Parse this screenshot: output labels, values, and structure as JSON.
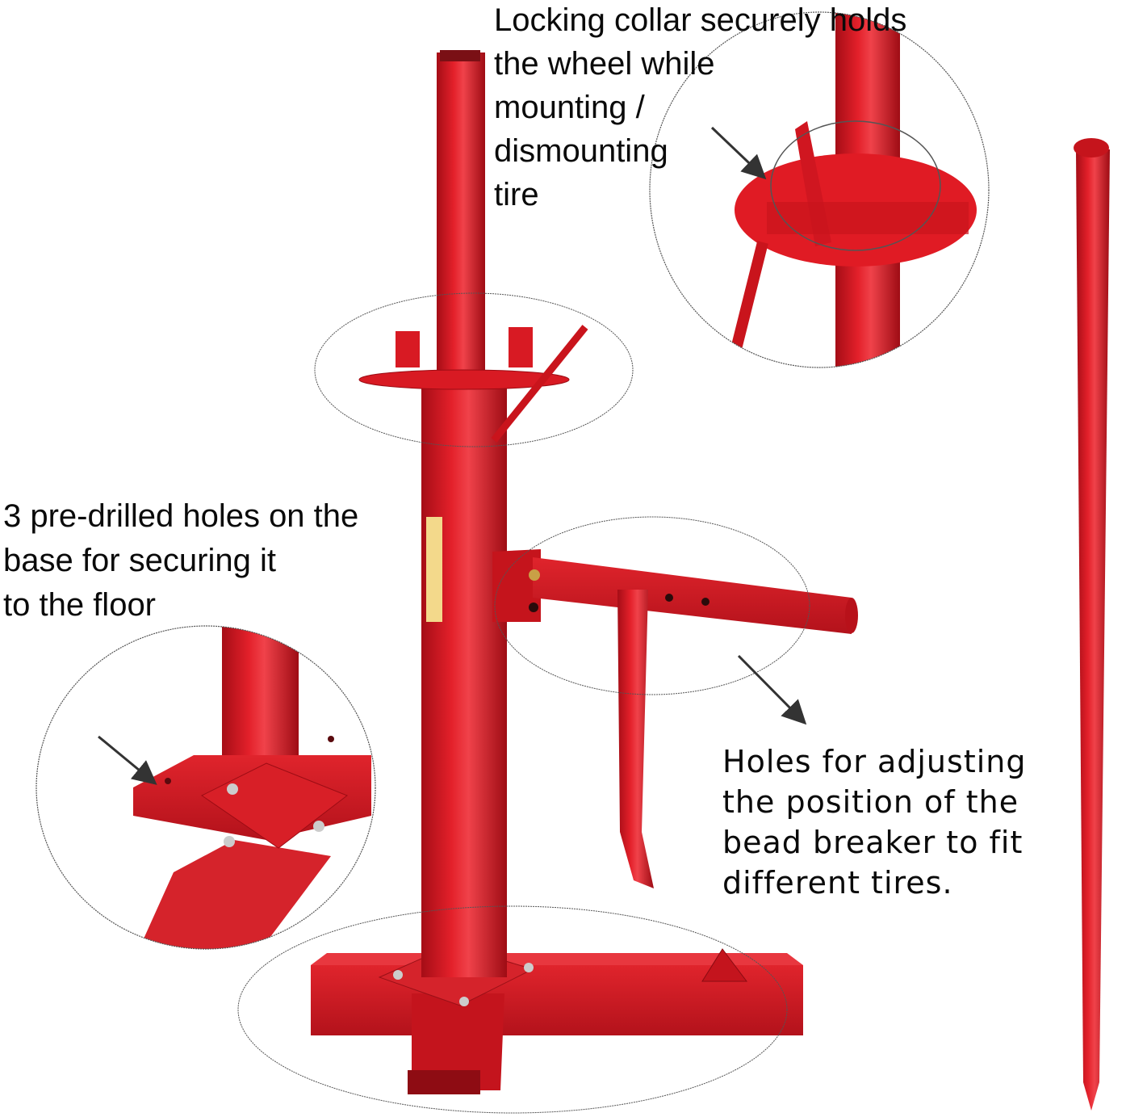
{
  "image": {
    "subject": "Manual tire changer with bead breaker and mount/demount bar",
    "background": "#ffffff",
    "product_color": "#d3121c",
    "outline_color": "#555555"
  },
  "callouts": [
    {
      "id": "locking-collar",
      "text": "Locking collar securely holds\nthe wheel while\nmounting /\ndismounting\ntire"
    },
    {
      "id": "base-holes",
      "text": "3 pre-drilled holes on the\nbase for securing it\nto the floor"
    },
    {
      "id": "bead-breaker-holes",
      "text": "Holes for adjusting\nthe position of the\nbead breaker to fit\ndifferent tires."
    }
  ],
  "icons": {
    "arrow": "arrow-icon"
  }
}
